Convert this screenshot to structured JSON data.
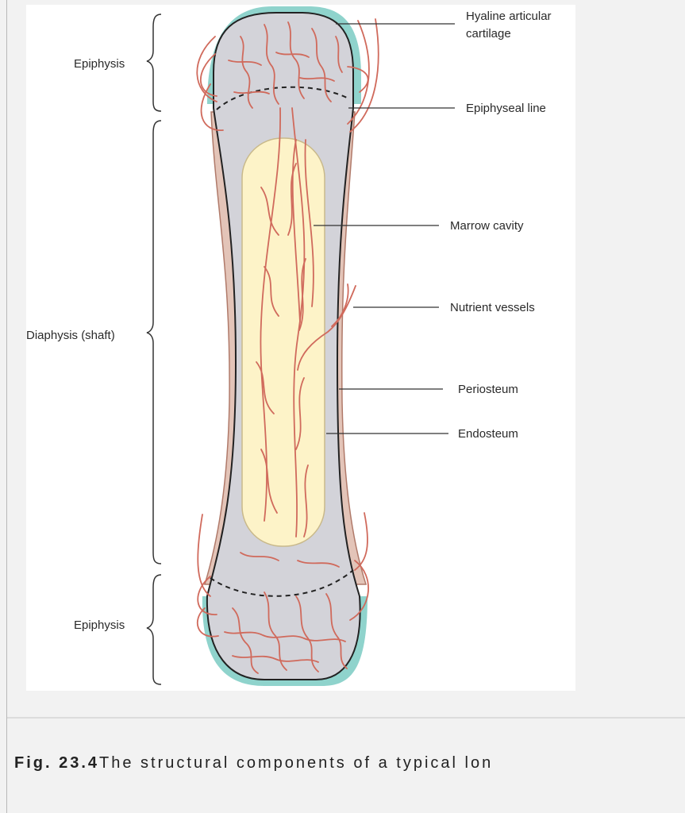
{
  "figure": {
    "labels": {
      "epiphysis_top": "Epiphysis",
      "diaphysis": "Diaphysis (shaft)",
      "epiphysis_bottom": "Epiphysis",
      "hyaline_line1": "Hyaline articular",
      "hyaline_line2": "cartilage",
      "epiphyseal_line": "Epiphyseal line",
      "marrow_cavity": "Marrow cavity",
      "nutrient_vessels": "Nutrient vessels",
      "periosteum": "Periosteum",
      "endosteum": "Endosteum"
    },
    "colors": {
      "bone": "#d3d3d9",
      "cartilage": "#8fd3cc",
      "marrow": "#fdf3c8",
      "vessels": "#d06a5c",
      "periosteum": "#c98a78"
    }
  },
  "caption": {
    "figure_number": "Fig. 23.4",
    "text": "The structural components of a typical lon"
  }
}
